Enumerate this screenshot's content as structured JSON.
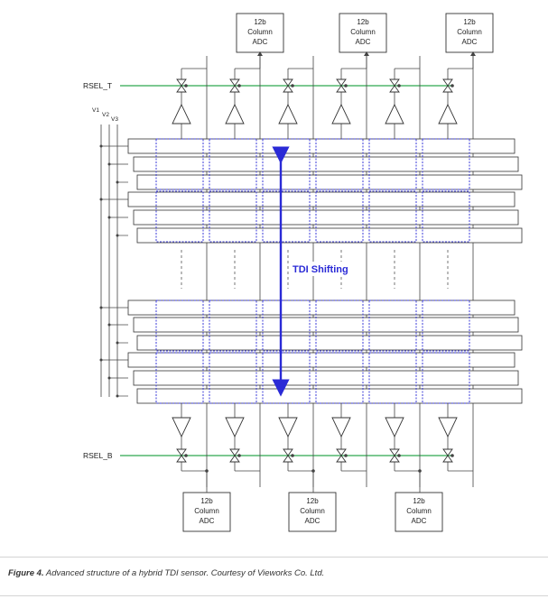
{
  "diagram": {
    "top_adcs": [
      "12b\nColumn\nADC",
      "12b\nColumn\nADC",
      "12b\nColumn\nADC"
    ],
    "bottom_adcs": [
      "12b\nColumn\nADC",
      "12b\nColumn\nADC",
      "12b\nColumn\nADC"
    ],
    "rsel_top": "RSEL_T",
    "rsel_bottom": "RSEL_B",
    "phases": [
      "V1",
      "V2",
      "V3"
    ],
    "tdi_label": "TDI Shifting",
    "colors": {
      "rsel_line": "#2ea84f",
      "pixel_outline": "#3b3bd8",
      "tdi_arrow": "#2a2ad6",
      "wire": "#444444"
    }
  },
  "caption": {
    "label": "Figure 4.",
    "text": " Advanced structure of a hybrid TDI sensor. Courtesy of Vieworks Co. Ltd."
  }
}
